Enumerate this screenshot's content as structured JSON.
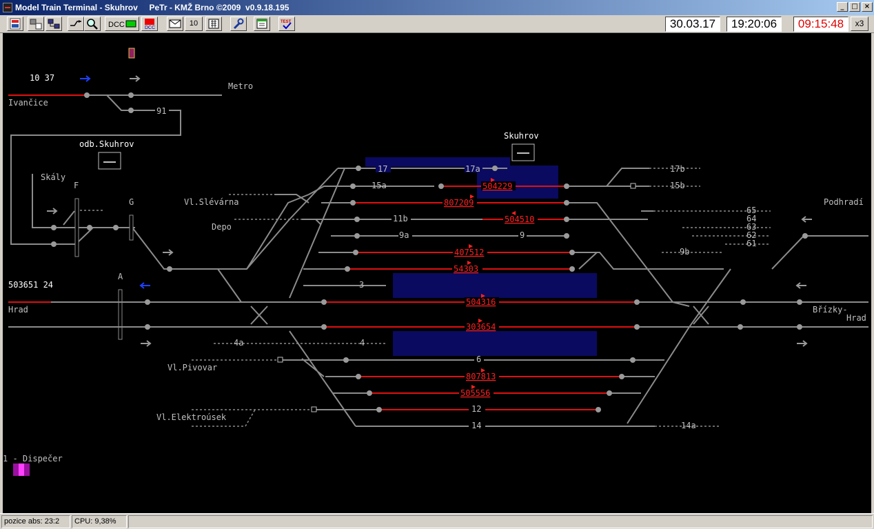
{
  "window": {
    "title": "Model Train Terminal - Skuhrov     PeTr - KMŽ Brno ©2009  v0.9.18.195",
    "min": "_",
    "max": "□",
    "close": "×"
  },
  "toolbar": {
    "dcc1": "DCC",
    "dcc2": "DCC",
    "msg_count": "10",
    "date": "30.03.17",
    "time": "19:20:06",
    "model_time": "09:15:48",
    "speed": "x3"
  },
  "colors": {
    "track": "#8c8c8c",
    "occupied": "#e01010",
    "background": "#000000",
    "platform": "#0a0a60"
  },
  "places": {
    "ivancice": "Ivančice",
    "metro": "Metro",
    "odb_skuhrov": "odb.Skuhrov",
    "skaly": "Skály",
    "skuhrov": "Skuhrov",
    "vl_slevarna": "Vl.Slévárna",
    "depo": "Depo",
    "podhradi": "Podhradí",
    "hrad": "Hrad",
    "brizky1": "Břízky-",
    "brizky2": "Hrad",
    "vl_pivovar": "Vl.Pivovar",
    "vl_elektrousek": "Vl.Elektroúsek",
    "dispecer": "1 - Dispečer"
  },
  "signals": {
    "F": "F",
    "G": "G",
    "A": "A"
  },
  "approach": {
    "top_train": "10 37",
    "left_train": "503651 24"
  },
  "tracks": {
    "t91": "91",
    "t17": "17",
    "t17a": "17a",
    "t17b": "17b",
    "t15a": "15a",
    "t15b": "15b",
    "t11b": "11b",
    "t9a": "9a",
    "t9": "9",
    "t9b": "9b",
    "t3": "3",
    "t4a": "4a",
    "t4": "4",
    "t6": "6",
    "t12": "12",
    "t14": "14",
    "t14a": "14a",
    "t65": "65",
    "t64": "64",
    "t63": "63",
    "t62": "62",
    "t61": "61"
  },
  "trains": {
    "n504229": "504229",
    "n807209": "807209",
    "n504510": "504510",
    "n407512": "407512",
    "n54303": "54303",
    "n504316": "504316",
    "n303654": "303654",
    "n807813": "807813",
    "n505556": "505556"
  },
  "status": {
    "position": "pozice abs: 23:2",
    "cpu": "CPU: 9,38%"
  }
}
